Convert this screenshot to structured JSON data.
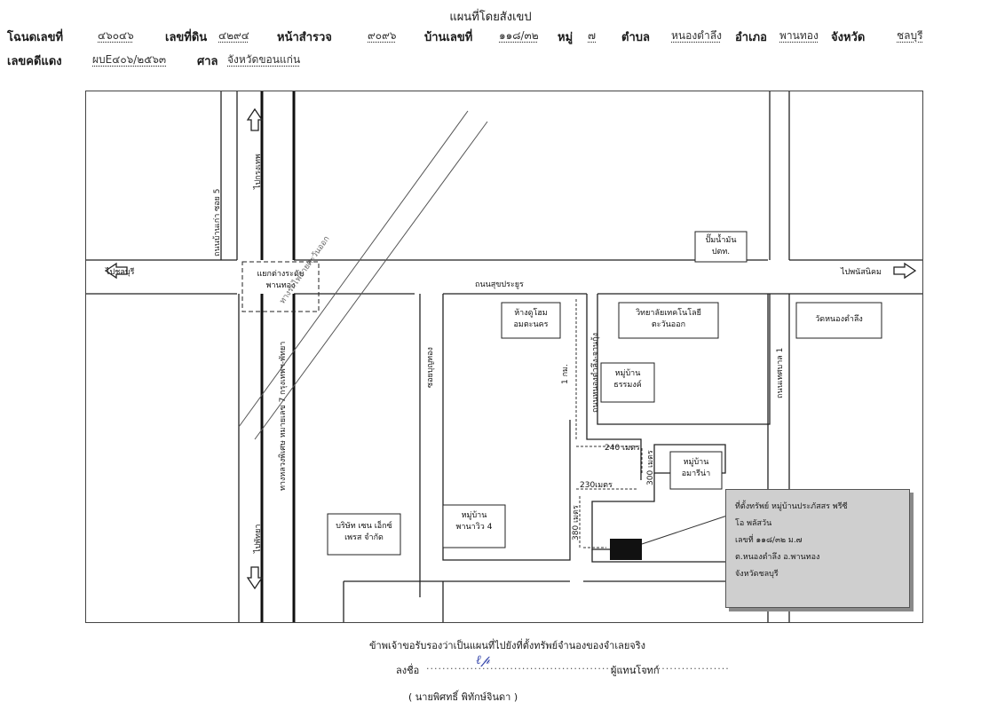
{
  "title": "แผนที่โดยสังเขป",
  "header": {
    "deed_label": "โฉนดเลขที่",
    "deed_value": "๔๖๐๔๖",
    "land_label": "เลขที่ดิน",
    "land_value": "๔๒๙๔",
    "survey_label": "หน้าสำรวจ",
    "survey_value": "๙๐๙๖",
    "house_label": "บ้านเลขที่",
    "house_value": "๑๑๘/๓๒",
    "moo_label": "หมู่",
    "moo_value": "๗",
    "tambon_label": "ตำบล",
    "tambon_value": "หนองตำลึง",
    "amphoe_label": "อำเภอ",
    "amphoe_value": "พานทอง",
    "province_label": "จังหวัด",
    "province_value": "ชลบุรี",
    "redcase_label": "เลขคดีแดง",
    "redcase_value": "ผบE๔๐๖/๒๕๖๓",
    "court_label": "ศาล",
    "court_value": "จังหวัดขอนแก่น"
  },
  "map": {
    "to_chonburi": "ไปชลบุรี",
    "to_phanat": "ไปพนัสนิคม",
    "to_bangkok": "ไปกรุงเทพ",
    "to_pattaya": "ไปพัทยา",
    "road_ban_kao": "ถนนบ้านเก่า ซอย 5",
    "road_sukprayoon": "ถนนสุขประยูร",
    "interchange_1": "แยกต่างระดับ",
    "interchange_2": "พานทอง",
    "railway": "ทางรถไฟสายตะวันออก",
    "motorway": "ทางหลวงพิเศษ หมายเลข 7 กรุงเทพฯ-พัทยา",
    "soi_bunthong": "ซอยบุญทอง",
    "road_nongtamlueng": "ถนนหนองตำลึง-จานกุ้ง",
    "road_thesaban": "ถนนเทศบาล 1",
    "gas_1": "ปั๊มน้ำมัน",
    "gas_2": "ปตท.",
    "mall_1": "ห้างดูโฮม",
    "mall_2": "อมตะนคร",
    "college_1": "วิทยาลัยเทคโนโลยี",
    "college_2": "ตะวันออก",
    "temple": "วัดหนองตำลึง",
    "village_t_1": "หมู่บ้าน",
    "village_t_2": "ธรรมงค์",
    "village_a_1": "หมู่บ้าน",
    "village_a_2": "อมารีน่า",
    "village_p_1": "หมู่บ้าน",
    "village_p_2": "พานาวิว 4",
    "company_1": "บริษัท เซน เอ็กซ์",
    "company_2": "เพรส จำกัด",
    "dist_1km": "1 กม.",
    "dist_240": "240 เมตร",
    "dist_300": "300 เมตร",
    "dist_230": "230เมตร",
    "dist_380": "380 เมตร",
    "info": {
      "line1": "ที่ตั้งทรัพย์ หมู่บ้านประภัสสร พรีซี",
      "line2": "โอ พลัสวัน",
      "line3": "เลขที่ ๑๑๘/๓๒ ม.๗",
      "line4": "ต.หนองตำลึง อ.พานทอง",
      "line5": "จังหวัดชลบุรี"
    }
  },
  "footer": {
    "certify": "ข้าพเจ้าขอรับรองว่าเป็นแผนที่ไปยังที่ตั้งทรัพย์จำนองของจำเลยจริง",
    "sign_label": "ลงชื่อ",
    "sign_role": "ผู้แทนโจทก์",
    "name": "( นายพิศทธิ์     พิทักษ์จินดา )"
  }
}
